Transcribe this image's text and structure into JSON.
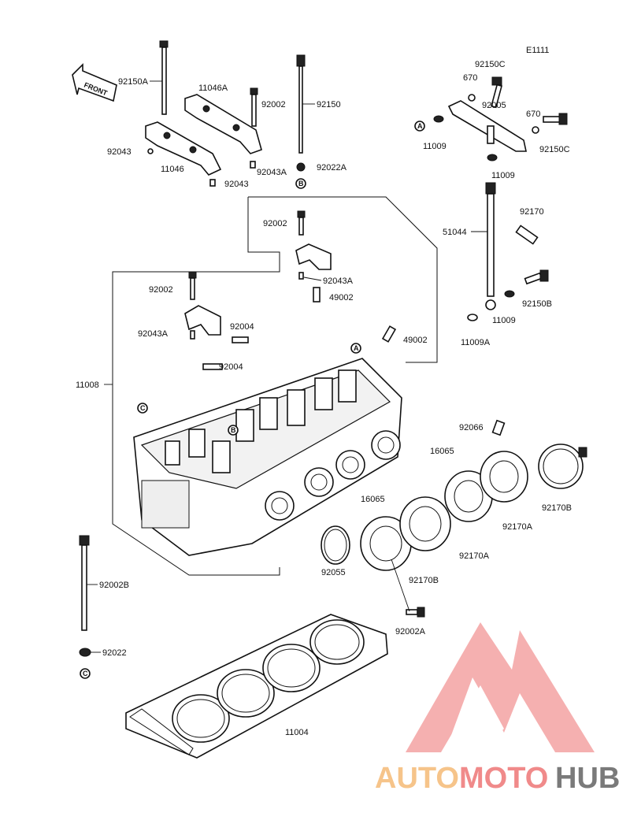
{
  "diagram_code": "E1111",
  "front_arrow_text": "FRONT",
  "labels": {
    "p92150A": "92150A",
    "p11046A": "11046A",
    "p92002_a": "92002",
    "p92150": "92150",
    "p92043_a": "92043",
    "p11046": "11046",
    "p92043A_a": "92043A",
    "p92043_b": "92043",
    "p92022A": "92022A",
    "p92002_b": "92002",
    "p92043A_b": "92043A",
    "p49002_a": "49002",
    "p92002_c": "92002",
    "p92004_a": "92004",
    "p92043A_c": "92043A",
    "p92004_b": "92004",
    "p49002_b": "49002",
    "p11008": "11008",
    "p92150C_a": "92150C",
    "p670_a": "670",
    "p92005": "92005",
    "p670_b": "670",
    "p11009_a": "11009",
    "p92150C_b": "92150C",
    "p11009_b": "11009",
    "p92170": "92170",
    "p51044": "51044",
    "p92150B": "92150B",
    "p11009_c": "11009",
    "p11009A": "11009A",
    "p92066": "92066",
    "p16065_a": "16065",
    "p16065_b": "16065",
    "p92170B_a": "92170B",
    "p92170A_a": "92170A",
    "p92170A_b": "92170A",
    "p92055": "92055",
    "p92170B_b": "92170B",
    "p92002A": "92002A",
    "p92002B": "92002B",
    "p92022": "92022",
    "p11004": "11004"
  },
  "ref_marks": {
    "A_head": "A",
    "A_right": "A",
    "B_head": "B",
    "B_top": "B",
    "C_head": "C",
    "C_bottom": "C"
  },
  "watermark": {
    "part1": "AUTO",
    "part2": "MOTO",
    "part3": "HUB",
    "color1": "#f6c48a",
    "color2": "#f08a8a",
    "color3": "#7a7a7a",
    "logo_color": "#f07a7a"
  }
}
